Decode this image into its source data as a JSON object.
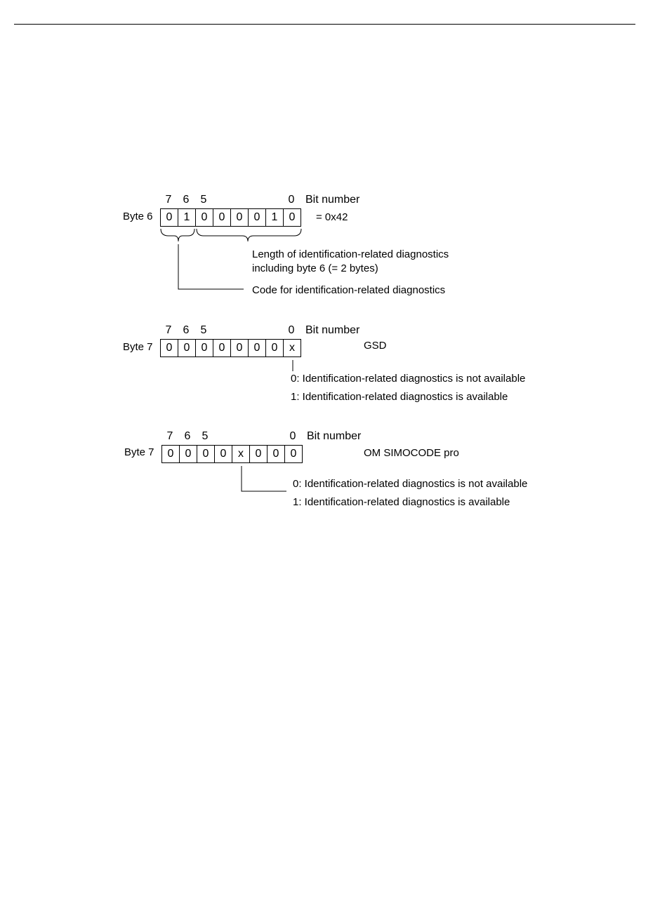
{
  "diagrams": [
    {
      "byte_label": "Byte 6",
      "bit_labels": [
        "7",
        "6",
        "5",
        "0"
      ],
      "bit_number_label": "Bit number",
      "bits": [
        "0",
        "1",
        "0",
        "0",
        "0",
        "0",
        "1",
        "0"
      ],
      "side_label": "= 0x42",
      "notes": [
        "Length of identification-related diagnostics",
        "including byte 6 (= 2 bytes)",
        "Code for identification-related diagnostics"
      ]
    },
    {
      "byte_label": "Byte 7",
      "bit_labels": [
        "7",
        "6",
        "5",
        "0"
      ],
      "bit_number_label": "Bit number",
      "bits": [
        "0",
        "0",
        "0",
        "0",
        "0",
        "0",
        "0",
        "x"
      ],
      "side_label": "GSD",
      "notes": [
        "0: Identification-related diagnostics is not available",
        "1: Identification-related diagnostics is available"
      ]
    },
    {
      "byte_label": "Byte 7",
      "bit_labels": [
        "7",
        "6",
        "5",
        "0"
      ],
      "bit_number_label": "Bit number",
      "bits": [
        "0",
        "0",
        "0",
        "0",
        "x",
        "0",
        "0",
        "0"
      ],
      "side_label": "OM SIMOCODE pro",
      "notes": [
        "0: Identification-related diagnostics is not available",
        "1: Identification-related diagnostics is available"
      ]
    }
  ]
}
